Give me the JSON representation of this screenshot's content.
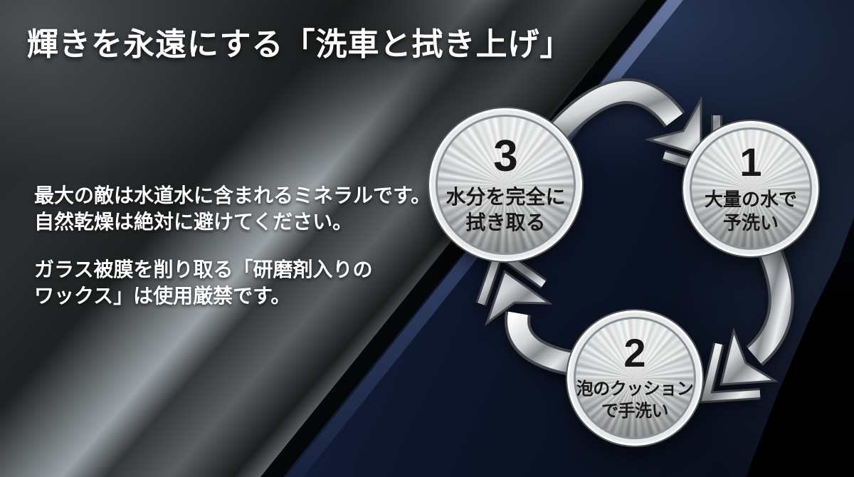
{
  "title": "輝きを永遠にする「洗車と拭き上げ」",
  "notes": [
    {
      "line1": "最大の敵は水道水に含まれるミネラルです。",
      "line2": "自然乾燥は絶対に避けてください。"
    },
    {
      "line1": "ガラス被膜を削り取る「研磨剤入りの",
      "line2": "ワックス」は使用厳禁です。"
    }
  ],
  "cycle": {
    "steps": [
      {
        "number": "1",
        "line1": "大量の水で",
        "line2": "予洗い"
      },
      {
        "number": "2",
        "line1": "泡のクッション",
        "line2": "で手洗い"
      },
      {
        "number": "3",
        "line1": "水分を完全に",
        "line2": "拭き取る"
      }
    ]
  },
  "colors": {
    "text": "#ffffff",
    "disc_text": "#181818",
    "metal_light": "#eff1f2",
    "metal_dark": "#8e9194",
    "panel_gray": "#2a2d2f",
    "panel_navy": "#16223e"
  }
}
